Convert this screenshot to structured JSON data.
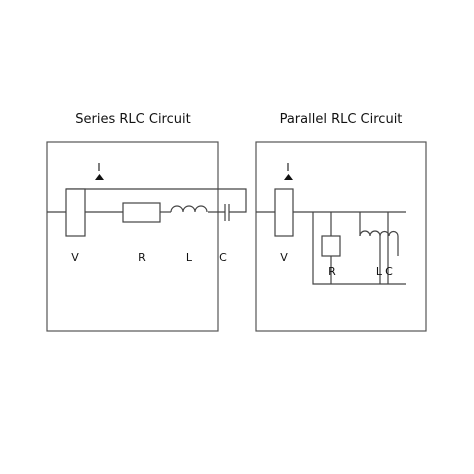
{
  "series": {
    "title": "Series RLC Circuit",
    "current_label": "I",
    "labels": {
      "v": "V",
      "r": "R",
      "l": "L",
      "c": "C"
    }
  },
  "parallel": {
    "title": "Parallel RLC Circuit",
    "current_label": "I",
    "labels": {
      "v": "V",
      "r": "R",
      "l": "L",
      "c": "C"
    }
  },
  "colors": {
    "line": "#444444",
    "text": "#111111",
    "background": "#ffffff"
  }
}
